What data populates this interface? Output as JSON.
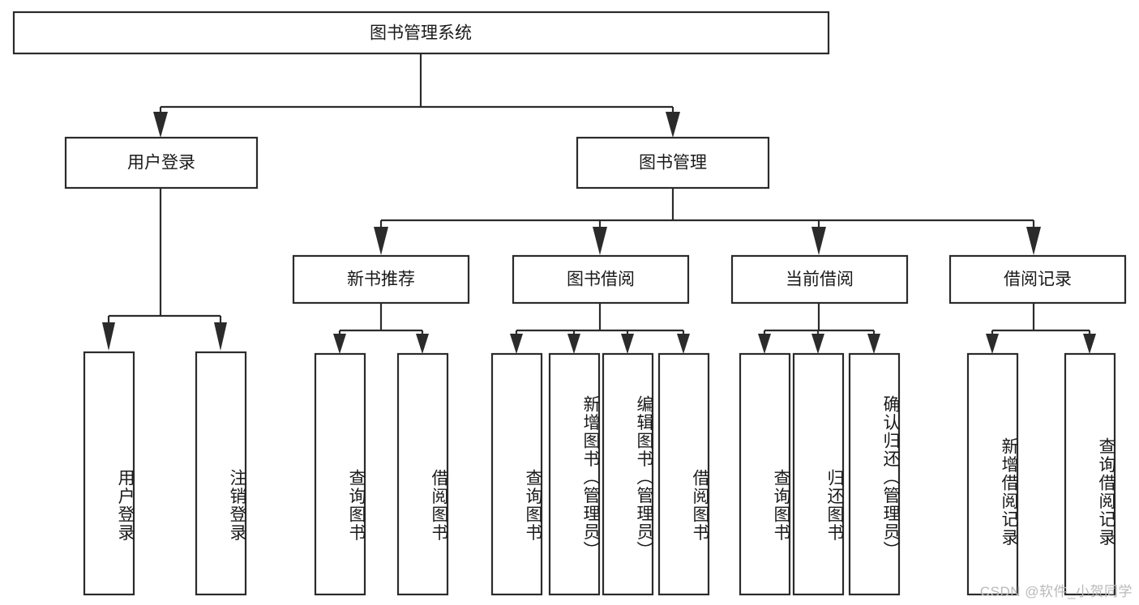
{
  "diagram": {
    "type": "tree-hierarchy",
    "title": "图书管理系统",
    "root": {
      "id": "root",
      "label": "图书管理系统",
      "orientation": "horizontal"
    },
    "level1": [
      {
        "id": "user-login",
        "label": "用户登录",
        "orientation": "horizontal"
      },
      {
        "id": "book-manage",
        "label": "图书管理",
        "orientation": "horizontal"
      }
    ],
    "level2": [
      {
        "id": "new-book-recommend",
        "label": "新书推荐",
        "orientation": "horizontal",
        "parent": "book-manage"
      },
      {
        "id": "book-borrow",
        "label": "图书借阅",
        "orientation": "horizontal",
        "parent": "book-manage"
      },
      {
        "id": "current-borrow",
        "label": "当前借阅",
        "orientation": "horizontal",
        "parent": "book-manage"
      },
      {
        "id": "borrow-record",
        "label": "借阅记录",
        "orientation": "horizontal",
        "parent": "book-manage"
      }
    ],
    "leaves": [
      {
        "id": "leaf-user-login",
        "label": "用户登录",
        "orientation": "vertical",
        "parent": "user-login"
      },
      {
        "id": "leaf-logout",
        "label": "注销登录",
        "orientation": "vertical",
        "parent": "user-login"
      },
      {
        "id": "leaf-query-book-1",
        "label": "查询图书",
        "orientation": "vertical",
        "parent": "new-book-recommend"
      },
      {
        "id": "leaf-borrow-book-1",
        "label": "借阅图书",
        "orientation": "vertical",
        "parent": "new-book-recommend"
      },
      {
        "id": "leaf-query-book-2",
        "label": "查询图书",
        "orientation": "vertical",
        "parent": "book-borrow"
      },
      {
        "id": "leaf-add-book",
        "label": "新增图书（管理员）",
        "orientation": "vertical",
        "parent": "book-borrow"
      },
      {
        "id": "leaf-edit-book",
        "label": "编辑图书（管理员）",
        "orientation": "vertical",
        "parent": "book-borrow"
      },
      {
        "id": "leaf-borrow-book-2",
        "label": "借阅图书",
        "orientation": "vertical",
        "parent": "book-borrow"
      },
      {
        "id": "leaf-query-book-3",
        "label": "查询图书",
        "orientation": "vertical",
        "parent": "current-borrow"
      },
      {
        "id": "leaf-return-book",
        "label": "归还图书",
        "orientation": "vertical",
        "parent": "current-borrow"
      },
      {
        "id": "leaf-confirm-return",
        "label": "确认归还（管理员）",
        "orientation": "vertical",
        "parent": "current-borrow"
      },
      {
        "id": "leaf-add-record",
        "label": "新增借阅记录",
        "orientation": "vertical",
        "parent": "borrow-record"
      },
      {
        "id": "leaf-query-record",
        "label": "查询借阅记录",
        "orientation": "vertical",
        "parent": "borrow-record"
      }
    ],
    "colors": {
      "stroke": "#2b2b2b",
      "fill": "#ffffff",
      "text": "#1a1a1a",
      "background": "#ffffff",
      "watermark": "#b9b9b9"
    }
  },
  "watermark": {
    "text": "CSDN @软件_小贺同学"
  }
}
